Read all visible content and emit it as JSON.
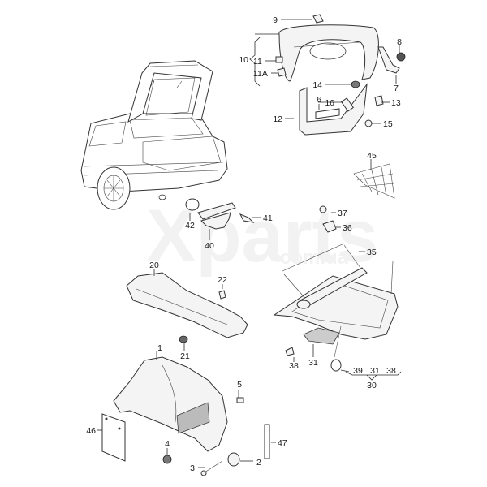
{
  "diagram": {
    "type": "exploded-parts-diagram",
    "subject": "Luggage compartment trim and rear shelf",
    "watermark": {
      "brand": "Xparts",
      "domain": "com.ua"
    },
    "callouts": [
      {
        "id": "c1",
        "label": "1"
      },
      {
        "id": "c2",
        "label": "2"
      },
      {
        "id": "c3",
        "label": "3"
      },
      {
        "id": "c4",
        "label": "4"
      },
      {
        "id": "c5",
        "label": "5"
      },
      {
        "id": "c6",
        "label": "6"
      },
      {
        "id": "c7",
        "label": "7"
      },
      {
        "id": "c8",
        "label": "8"
      },
      {
        "id": "c9",
        "label": "9"
      },
      {
        "id": "c10",
        "label": "10"
      },
      {
        "id": "c11",
        "label": "11"
      },
      {
        "id": "c11a",
        "label": "11A"
      },
      {
        "id": "c12",
        "label": "12"
      },
      {
        "id": "c13",
        "label": "13"
      },
      {
        "id": "c14",
        "label": "14"
      },
      {
        "id": "c15",
        "label": "15"
      },
      {
        "id": "c16",
        "label": "16"
      },
      {
        "id": "c20",
        "label": "20"
      },
      {
        "id": "c21",
        "label": "21"
      },
      {
        "id": "c22",
        "label": "22"
      },
      {
        "id": "c30",
        "label": "30"
      },
      {
        "id": "c31a",
        "label": "31"
      },
      {
        "id": "c31b",
        "label": "31"
      },
      {
        "id": "c35",
        "label": "35"
      },
      {
        "id": "c36",
        "label": "36"
      },
      {
        "id": "c37",
        "label": "37"
      },
      {
        "id": "c38a",
        "label": "38"
      },
      {
        "id": "c38b",
        "label": "38"
      },
      {
        "id": "c39",
        "label": "39"
      },
      {
        "id": "c40",
        "label": "40"
      },
      {
        "id": "c41",
        "label": "41"
      },
      {
        "id": "c42",
        "label": "42"
      },
      {
        "id": "c45",
        "label": "45"
      },
      {
        "id": "c46",
        "label": "46"
      },
      {
        "id": "c47",
        "label": "47"
      }
    ]
  }
}
